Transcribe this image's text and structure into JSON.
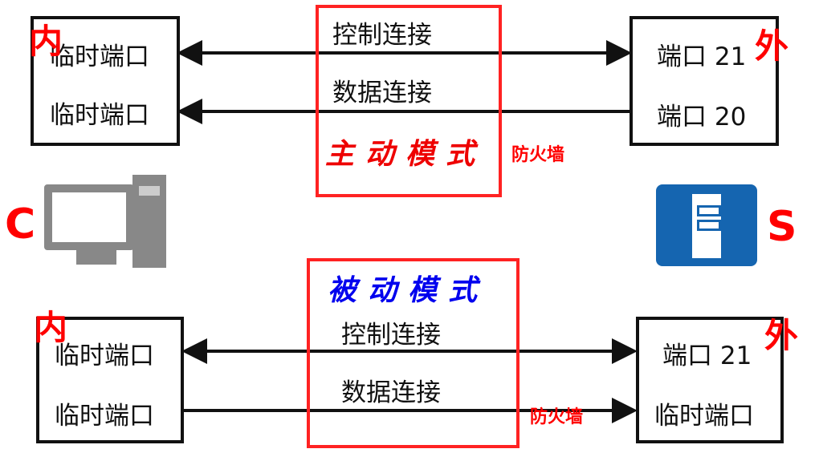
{
  "active": {
    "title": "主动模式",
    "left": [
      "临时端口",
      "临时端口"
    ],
    "right": [
      "端口 21",
      "端口 20"
    ],
    "ctrl": "控制连接",
    "data": "数据连接",
    "firewall": "防火墙",
    "inner": "内",
    "outer": "外"
  },
  "passive": {
    "title": "被动模式",
    "left": [
      "临时端口",
      "临时端口"
    ],
    "right": [
      "端口 21",
      "临时端口"
    ],
    "ctrl": "控制连接",
    "data": "数据连接",
    "firewall": "防火墙",
    "inner": "内",
    "outer": "外"
  },
  "client_label": "C",
  "server_label": "S",
  "colors": {
    "red": "#ff0000",
    "blue": "#0000ee",
    "server": "#1565b0"
  }
}
